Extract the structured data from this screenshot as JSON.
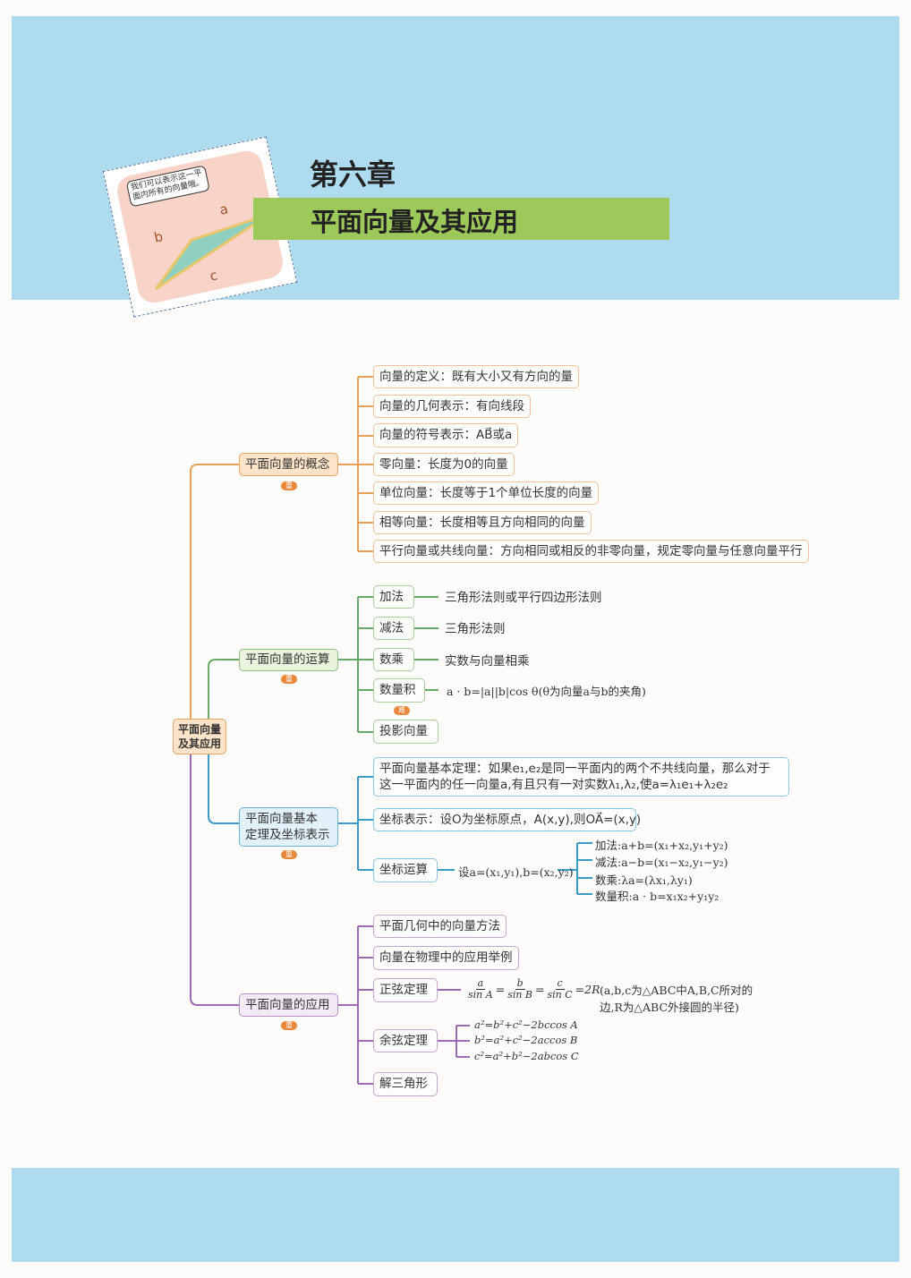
{
  "header": {
    "chapter": "第六章",
    "title": "平面向量及其应用",
    "illustration_speech": "我们可以表示这一平面内所有的向量哦。",
    "illustration_labels": [
      "a",
      "b",
      "c"
    ]
  },
  "colors": {
    "top_band": "#afdbef",
    "title_bar": "#9dc95a",
    "concept": "#e5a05a",
    "operations": "#6aa86a",
    "basis": "#3a9bc4",
    "application": "#9b6ab0",
    "badge": "#e9883a"
  },
  "root": {
    "line1": "平面向量",
    "line2": "及其应用"
  },
  "concept": {
    "label": "平面向量的概念",
    "badge": "重",
    "items": [
      "向量的定义：既有大小又有方向的量",
      "向量的几何表示：有向线段",
      "向量的符号表示：AB⃗或a",
      "零向量：长度为0的向量",
      "单位向量：长度等于1个单位长度的向量",
      "相等向量：长度相等且方向相同的向量",
      "平行向量或共线向量：方向相同或相反的非零向量，规定零向量与任意向量平行"
    ]
  },
  "operations": {
    "label": "平面向量的运算",
    "badge": "重",
    "items": [
      {
        "label": "加法",
        "desc": "三角形法则或平行四边形法则"
      },
      {
        "label": "减法",
        "desc": "三角形法则"
      },
      {
        "label": "数乘",
        "desc": "实数与向量相乘"
      },
      {
        "label": "数量积",
        "desc": "a · b=|a||b|cos θ(θ为向量a与b的夹角)",
        "badge": "难"
      },
      {
        "label": "投影向量",
        "desc": ""
      }
    ]
  },
  "basis": {
    "label_line1": "平面向量基本",
    "label_line2": "定理及坐标表示",
    "badge": "重",
    "theorem_line1": "平面向量基本定理：如果e₁,e₂是同一平面内的两个不共线向量，那么对于",
    "theorem_line2": "这一平面内的任一向量a,有且只有一对实数λ₁,λ₂,使a=λ₁e₁+λ₂e₂",
    "coord_repr": "坐标表示：设O为坐标原点，A(x,y),则OA⃗=(x,y)",
    "coord_ops": "坐标运算",
    "coord_given": "设a=(x₁,y₁),b=(x₂,y₂)",
    "coord_items": [
      "加法:a+b=(x₁+x₂,y₁+y₂)",
      "减法:a−b=(x₁−x₂,y₁−y₂)",
      "数乘:λa=(λx₁,λy₁)",
      "数量积:a · b=x₁x₂+y₁y₂"
    ]
  },
  "application": {
    "label": "平面向量的应用",
    "badge": "重",
    "items": [
      "平面几何中的向量方法",
      "向量在物理中的应用举例",
      "正弦定理",
      "余弦定理",
      "解三角形"
    ],
    "sine": {
      "n1": "a",
      "d1": "sin A",
      "n2": "b",
      "d2": "sin B",
      "n3": "c",
      "d3": "sin C",
      "eq": "=",
      "rhs": "=2R",
      "note1": "(a,b,c为△ABC中A,B,C所对的",
      "note2": "边,R为△ABC外接圆的半径)"
    },
    "cosine": [
      "a²=b²+c²−2bccos A",
      "b²=a²+c²−2accos B",
      "c²=a²+b²−2abcos C"
    ]
  }
}
